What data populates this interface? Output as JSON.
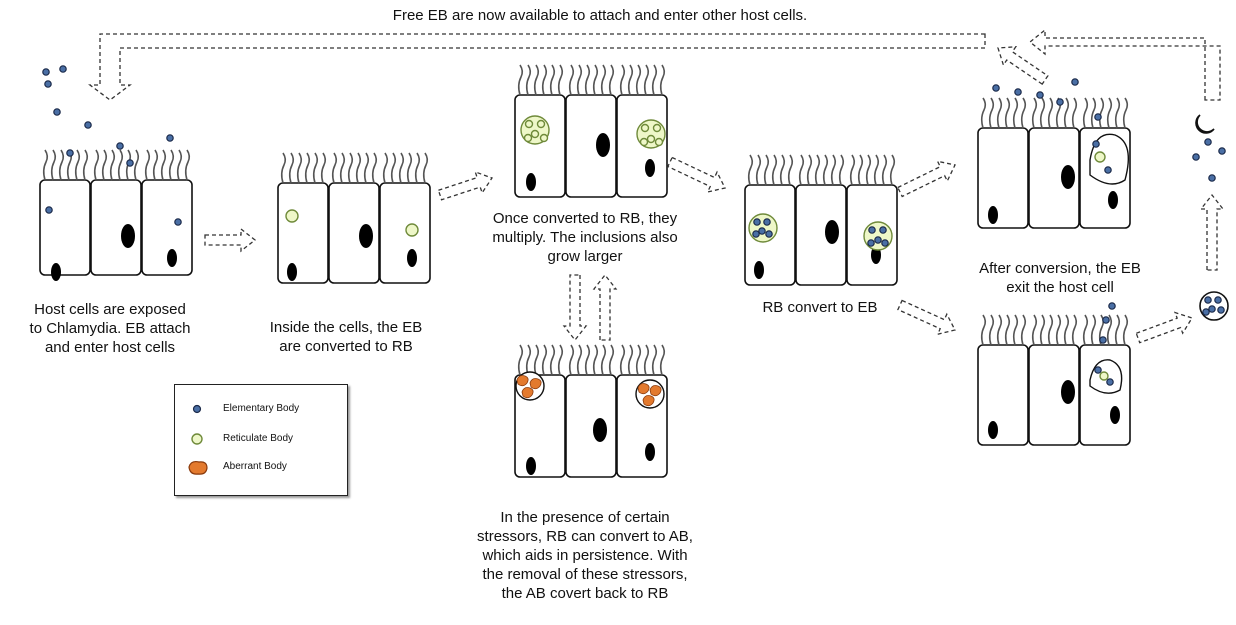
{
  "colors": {
    "cell_outline": "#111111",
    "eb_fill": "#4a6fa5",
    "eb_stroke": "#1b2a4a",
    "rb_fill": "#eef7c8",
    "rb_stroke": "#6f8a3a",
    "ab_fill": "#e37a2e",
    "ab_stroke": "#8a3a0c",
    "arrow": "#333333"
  },
  "captions": {
    "top": "Free EB are now available to attach and enter other host cells.",
    "stage1": [
      "Host cells are exposed",
      "to Chlamydia. EB attach",
      "and enter host cells"
    ],
    "stage2": [
      "Inside the cells, the EB",
      "are converted to RB"
    ],
    "stage3": [
      "Once converted to RB, they",
      "multiply. The inclusions also",
      "grow larger"
    ],
    "stage4": [
      "In the presence of certain",
      "stressors, RB can convert to AB,",
      "which aids in persistence. With",
      "the removal of these stressors,",
      "the AB covert back to RB"
    ],
    "stage5": "RB convert to EB",
    "stage6": [
      "After conversion, the EB",
      "exit the host cell"
    ]
  },
  "legend": {
    "items": [
      {
        "label": "Elementary Body",
        "icon": "elementary-body-icon"
      },
      {
        "label": "Reticulate Body",
        "icon": "reticulate-body-icon"
      },
      {
        "label": "Aberrant Body",
        "icon": "aberrant-body-icon"
      }
    ]
  }
}
